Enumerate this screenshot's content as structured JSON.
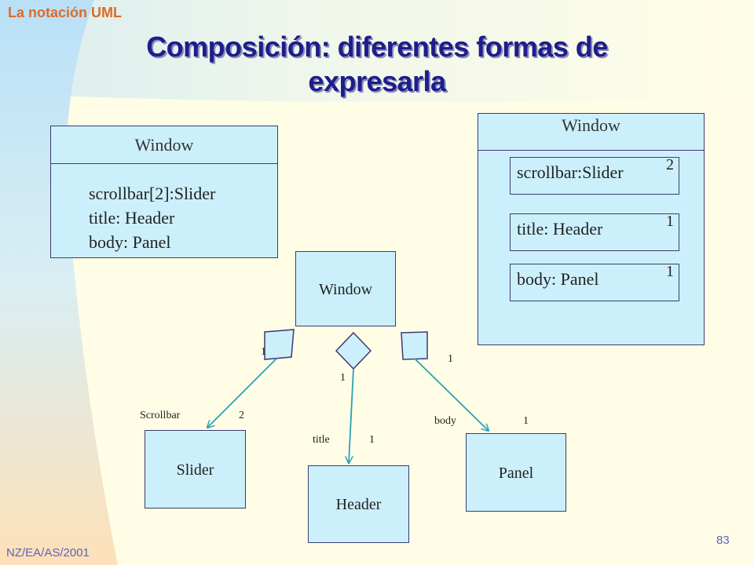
{
  "header_label": "La notación UML",
  "title_line1": "Composición: diferentes formas de",
  "title_line2": "expresarla",
  "footer_left": "NZ/EA/AS/2001",
  "page_number": "83",
  "class_box": {
    "name": "Window",
    "attributes": [
      "scrollbar[2]:Slider",
      "title: Header",
      "body: Panel"
    ]
  },
  "nested_box": {
    "name": "Window",
    "parts": [
      {
        "label": "scrollbar:Slider",
        "multiplicity": "2"
      },
      {
        "label": "title: Header",
        "multiplicity": "1"
      },
      {
        "label": "body: Panel",
        "multiplicity": "1"
      }
    ]
  },
  "graph": {
    "window": "Window",
    "slider": "Slider",
    "header": "Header",
    "panel": "Panel",
    "left_assoc": {
      "whole_mult": "1",
      "role": "Scrollbar",
      "part_mult": "2"
    },
    "center_assoc": {
      "whole_mult": "1",
      "role": "title",
      "part_mult": "1"
    },
    "right_assoc": {
      "whole_mult": "1",
      "role": "body",
      "part_mult": "1"
    }
  },
  "colors": {
    "box_fill": "#ccf0fb",
    "arrow": "#2aa0b8",
    "title": "#1d1d8c",
    "header_label": "#e06a2a"
  }
}
